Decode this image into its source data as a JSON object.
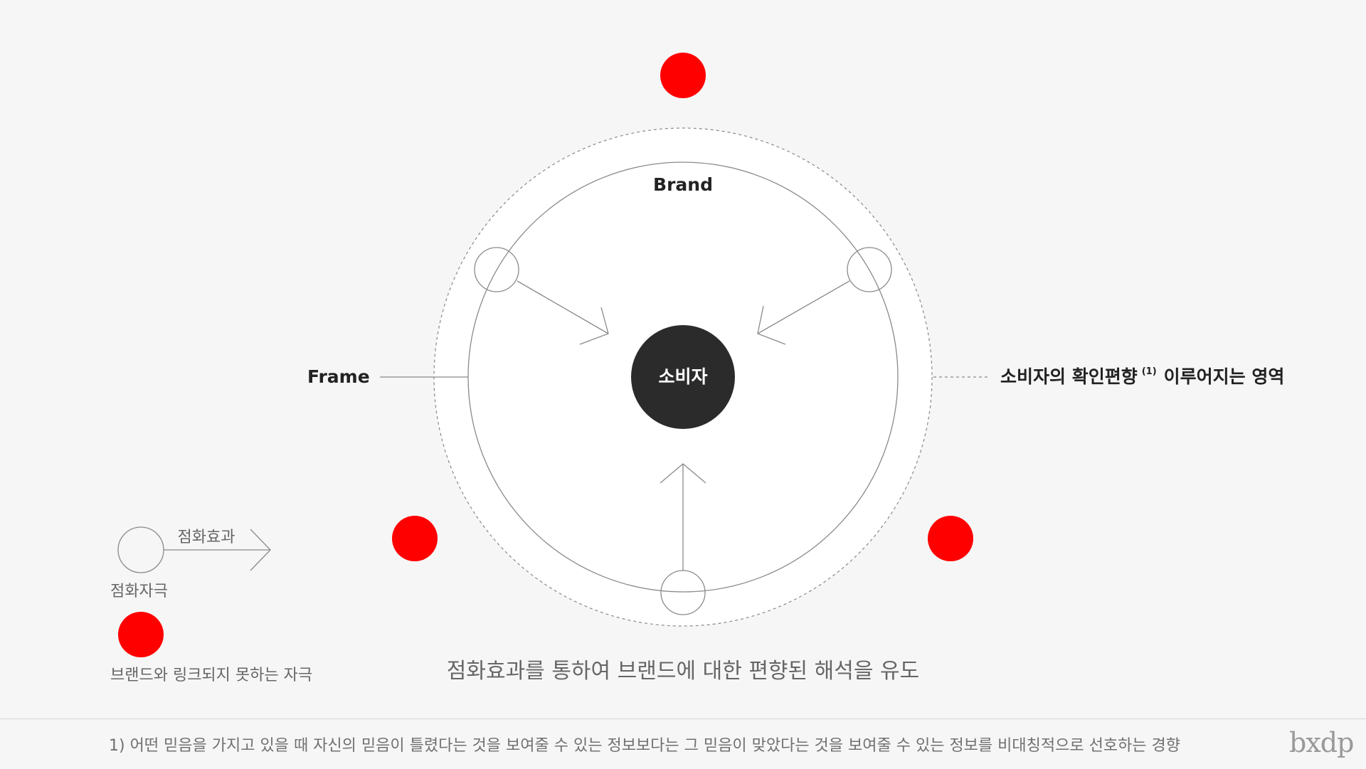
{
  "diagram": {
    "outer_label": "Brand",
    "center_label": "소비자",
    "frame_label": "Frame",
    "bias_label": "소비자의 확인편향",
    "bias_superscript": "(1)",
    "bias_label_suffix": "이루어지는 영역",
    "caption": "점화효과를 통하여 브랜드에 대한 편향된 해석을 유도",
    "accent_color": "#ff0000",
    "center_color": "#2b2b2b"
  },
  "legend": {
    "arrow_label": "점화효과",
    "circle_label": "점화자극",
    "red_label": "브랜드와 링크되지 못하는 자극"
  },
  "footer": {
    "note": "1) 어떤 믿음을 가지고 있을 때 자신의 믿음이 틀렸다는 것을 보여줄 수 있는 정보보다는 그 믿음이 맞았다는 것을 보여줄 수 있는 정보를 비대칭적으로 선호하는 경향",
    "logo": "bxdp"
  }
}
